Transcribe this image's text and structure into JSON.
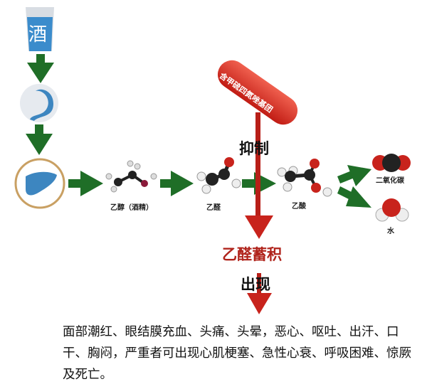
{
  "glass_label": "酒",
  "pill_label": "含甲硫四氮唑基团",
  "inhibit_label": "抑制",
  "molecules": {
    "ethanol": "乙醇（酒精）",
    "acetaldehyde": "乙醛",
    "acetic_acid": "乙酸",
    "co2": "二氧化碳",
    "water": "水"
  },
  "accumulation_label": "乙醛蓄积",
  "appear_label": "出现",
  "symptoms": "面部潮红、眼结膜充血、头痛、头晕，恶心、呕吐、出汗、口干、胸闷，严重者可出现心肌梗塞、急性心衰、呼吸困难、惊厥及死亡。",
  "colors": {
    "arrow_green": "#1f6e27",
    "red": "#c8231c",
    "organ_blue": "#3d86c0",
    "glass_blue": "#3b8ccc"
  }
}
